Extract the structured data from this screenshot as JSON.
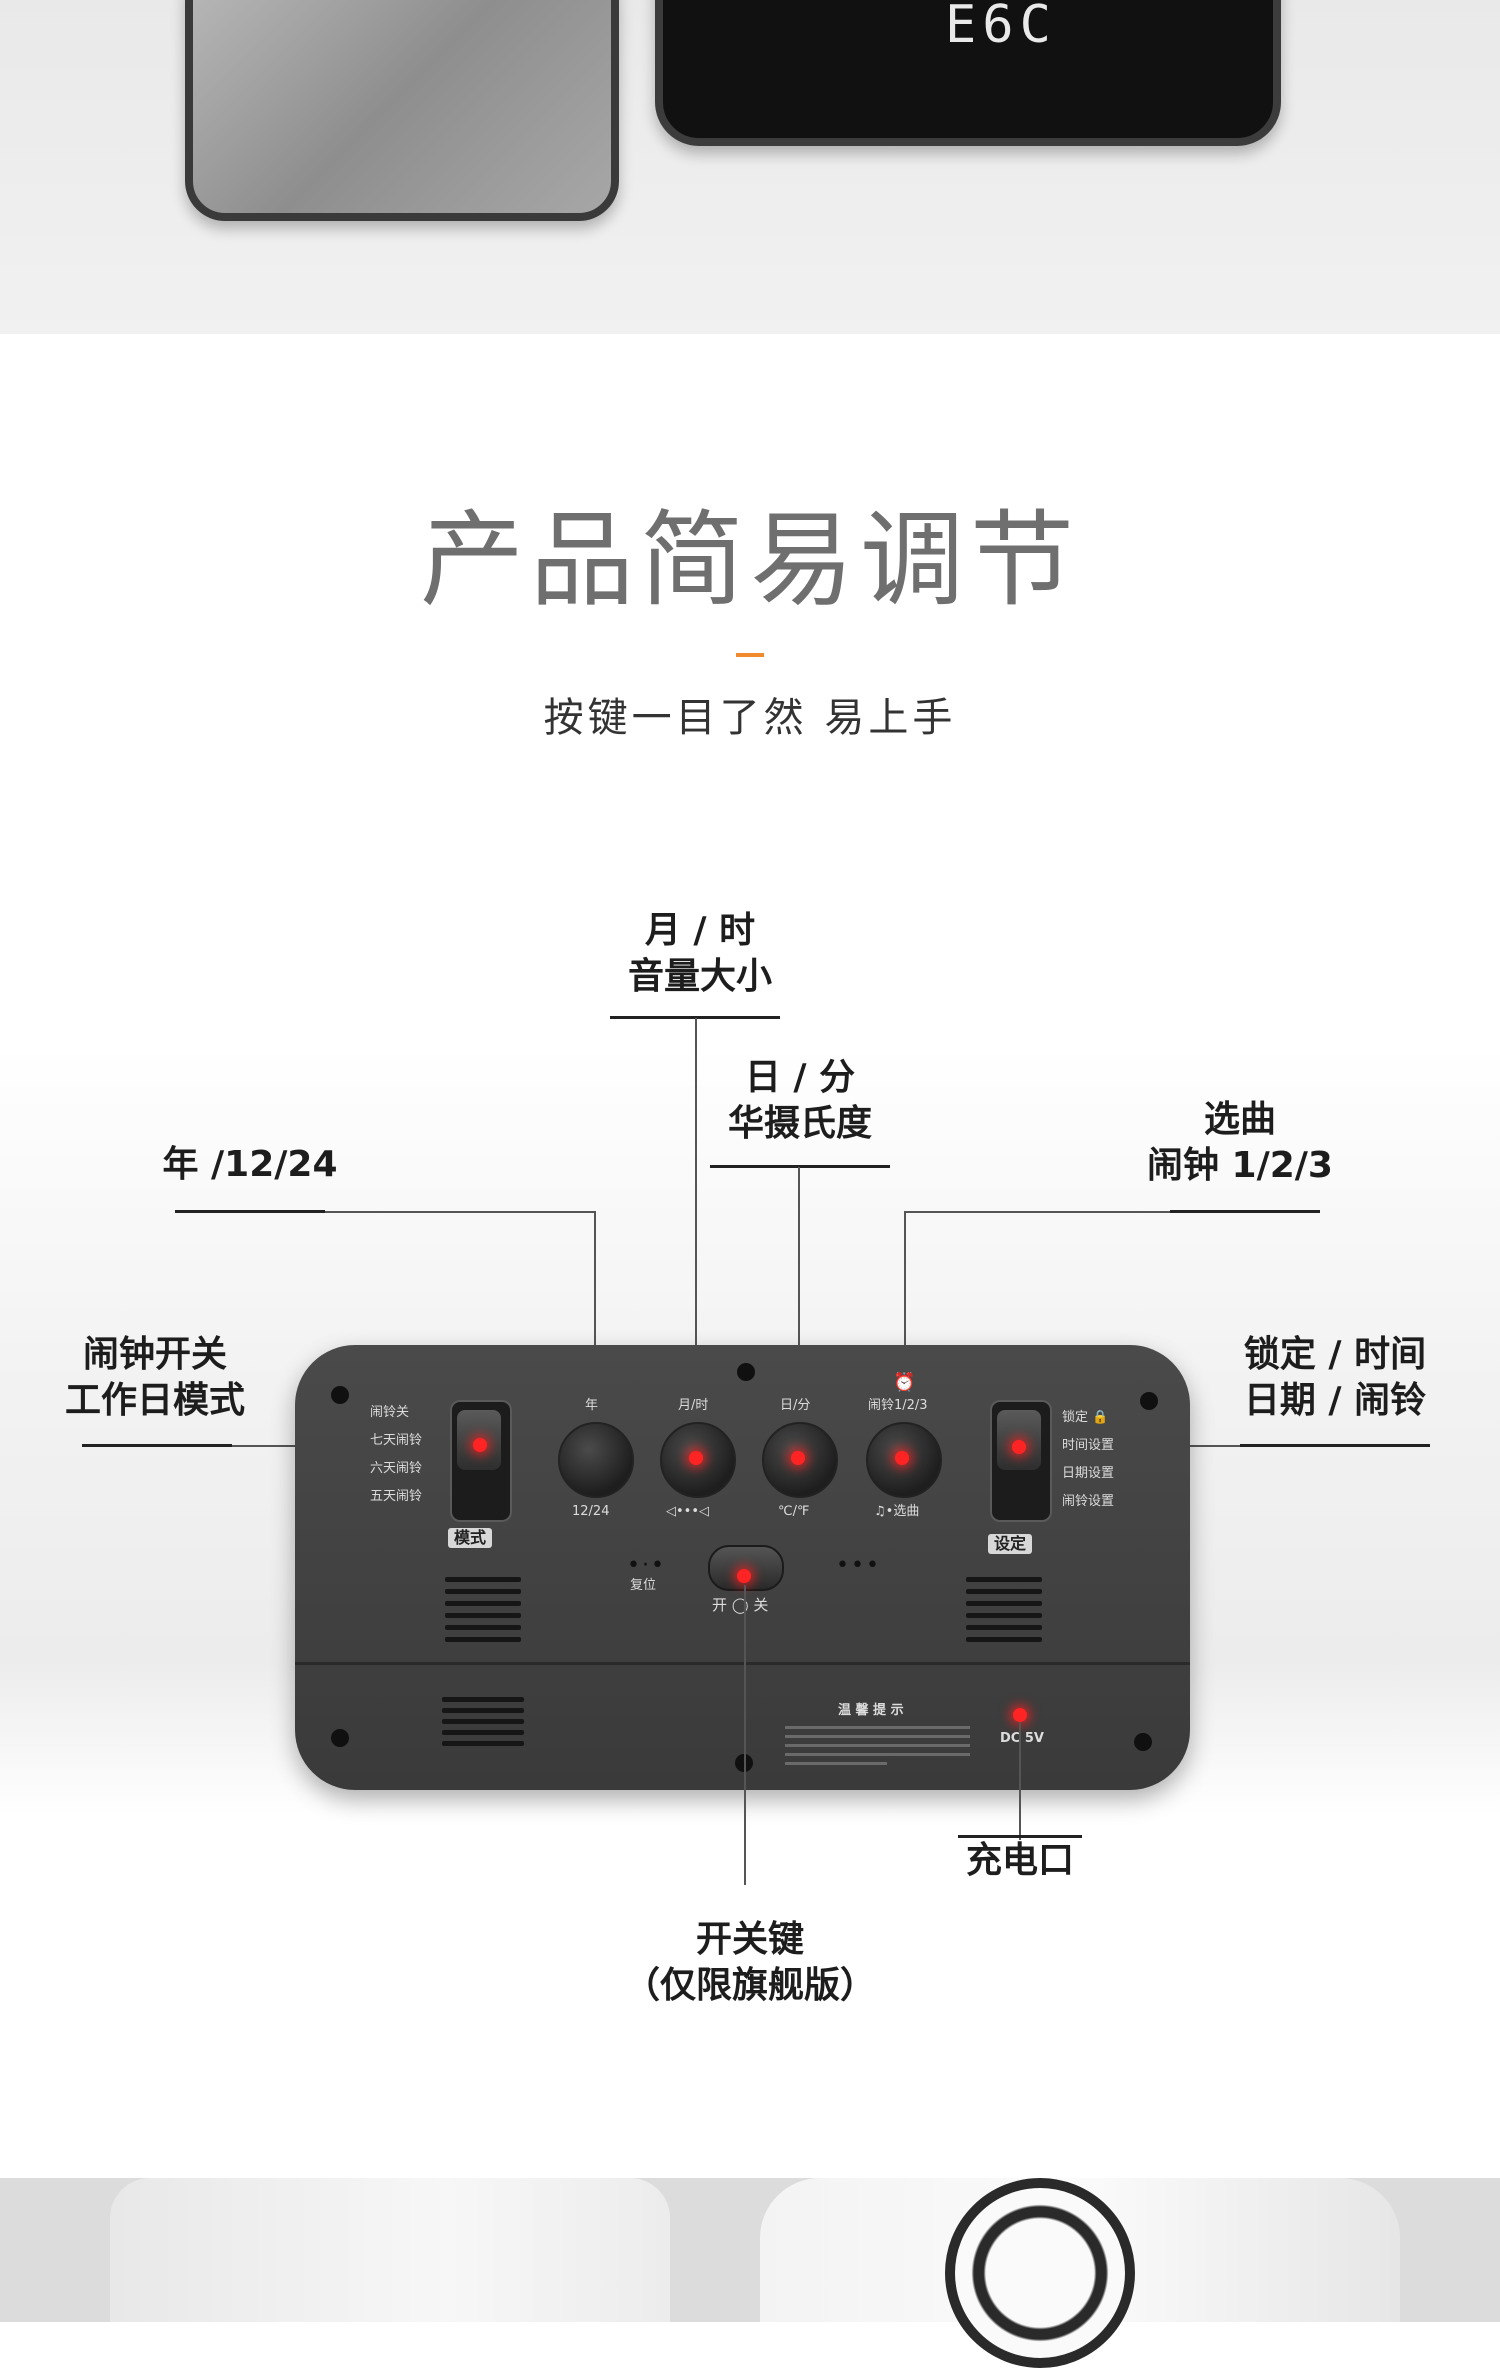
{
  "hero": {
    "clock_display": "E6C"
  },
  "heading": {
    "title": "产品简易调节",
    "subtitle": "按键一目了然 易上手"
  },
  "callouts": {
    "month_hour_line1": "月 / 时",
    "month_hour_line2": "音量大小",
    "day_minute_line1": "日 / 分",
    "day_minute_line2": "华摄氏度",
    "year": "年 /12/24",
    "song_line1": "选曲",
    "song_line2": "闹钟 1/2/3",
    "alarm_switch_line1": "闹钟开关",
    "alarm_switch_line2": "工作日模式",
    "lock_line1": "锁定 / 时间",
    "lock_line2": "日期 / 闹铃",
    "charge_port": "充电口",
    "power_key_line1": "开关键",
    "power_key_line2": "（仅限旗舰版）"
  },
  "device": {
    "mode_options": [
      "闹铃关",
      "七天闹铃",
      "六天闹铃",
      "五天闹铃"
    ],
    "mode_badge": "模式",
    "set_options": [
      "锁定",
      "时间设置",
      "日期设置",
      "闹铃设置"
    ],
    "set_badge": "设定",
    "button_top_labels": [
      "年",
      "月/时",
      "日/分",
      "闹铃1/2/3"
    ],
    "button_bottom_labels": [
      "12/24",
      "◁•••◁",
      "℃/℉",
      "♫•选曲"
    ],
    "reset_label": "复位",
    "power_label": "开 ◯ 关",
    "notice_title": "温 馨 提 示",
    "dc_label": "DC 5V"
  }
}
